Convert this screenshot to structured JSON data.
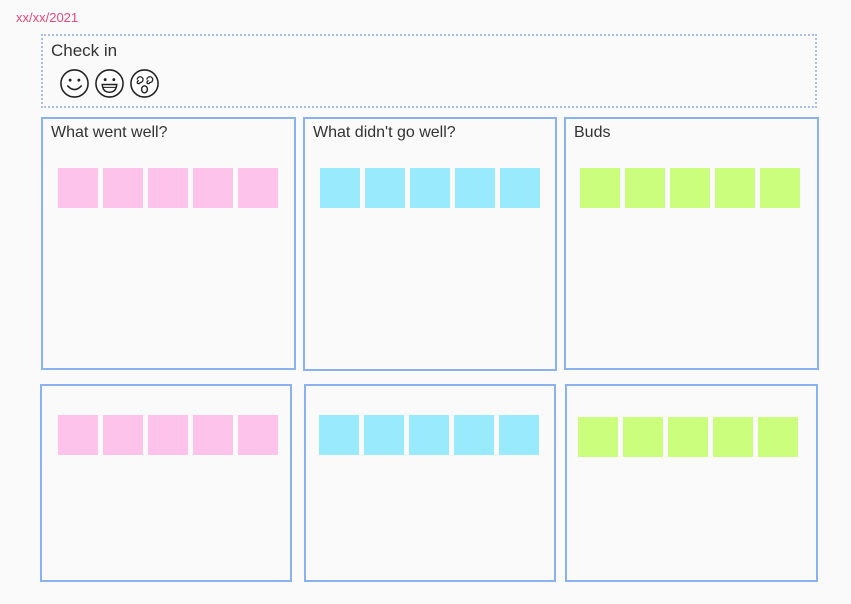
{
  "board": {
    "date": "xx/xx/2021",
    "checkin": {
      "title": "Check in",
      "faces": [
        "smiling-face-icon",
        "grinning-face-icon",
        "dizzy-face-icon"
      ]
    },
    "frames": [
      {
        "title": "What went well?",
        "note_color": "#fec3ea",
        "note_count": 5
      },
      {
        "title": "What didn't go well?",
        "note_color": "#9aeafe",
        "note_count": 5
      },
      {
        "title": "Buds",
        "note_color": "#cbfe7c",
        "note_count": 5
      },
      {
        "title": "",
        "note_color": "#fec3ea",
        "note_count": 5
      },
      {
        "title": "",
        "note_color": "#9aeafe",
        "note_count": 5
      },
      {
        "title": "",
        "note_color": "#cbfe7c",
        "note_count": 5
      }
    ]
  },
  "colors": {
    "date_text": "#e8477a",
    "frame_border": "#8ab2ee",
    "pink_note": "#fec3ea",
    "cyan_note": "#9aeafe",
    "lime_note": "#cbfe7c"
  }
}
